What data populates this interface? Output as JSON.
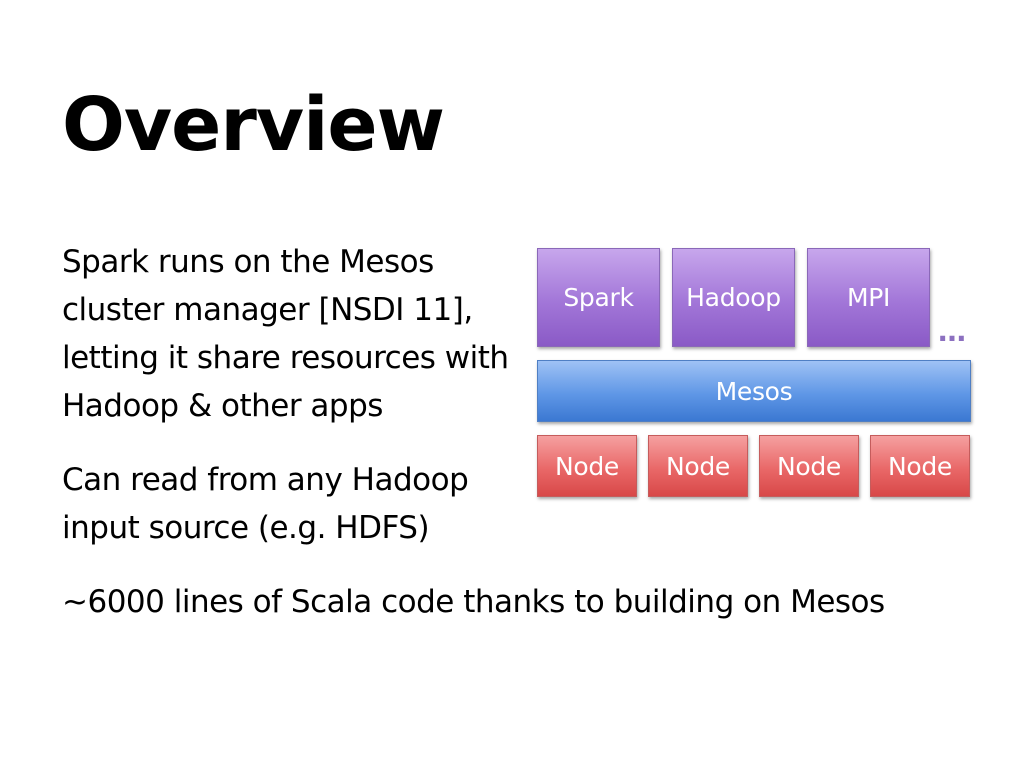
{
  "slide": {
    "title": "Overview",
    "paragraphs": [
      "Spark runs on the Mesos cluster manager [NSDI 11], letting it share resources with Hadoop & other apps",
      "Can read from any Hadoop input source (e.g. HDFS)",
      "~6000 lines of Scala code thanks to building on Mesos"
    ]
  },
  "diagram": {
    "frameworks": [
      "Spark",
      "Hadoop",
      "MPI"
    ],
    "ellipsis": "…",
    "cluster_manager": "Mesos",
    "nodes": [
      "Node",
      "Node",
      "Node",
      "Node"
    ],
    "colors": {
      "frameworks": "#a276d8",
      "cluster_manager": "#5f97e6",
      "nodes": "#e96868"
    }
  }
}
